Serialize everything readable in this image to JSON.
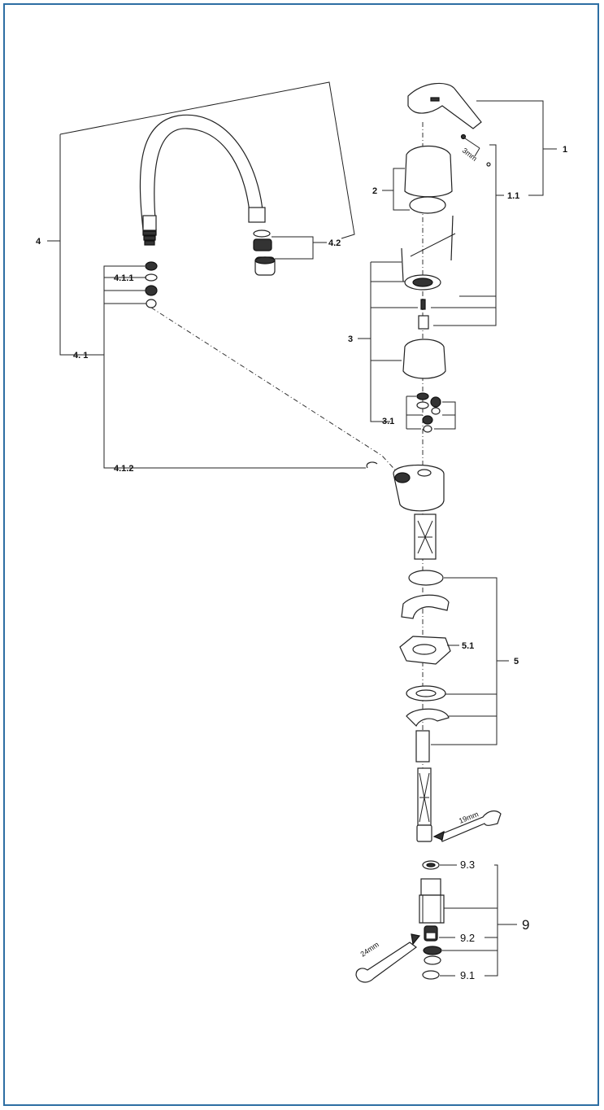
{
  "labels": {
    "l1": "1",
    "l1_1": "1.1",
    "l2": "2",
    "l3": "3",
    "l3_1": "3.1",
    "l4": "4",
    "l4_1": "4. 1",
    "l4_1_1": "4.1.1",
    "l4_1_2": "4.1.2",
    "l4_2": "4.2",
    "l5": "5",
    "l5_1": "5.1",
    "l9": "9",
    "l9_1": "9.1",
    "l9_2": "9.2",
    "l9_3": "9.3"
  },
  "tools": {
    "hex_key": "3mm",
    "wrench_small": "19mm",
    "wrench_large": "24mm"
  }
}
